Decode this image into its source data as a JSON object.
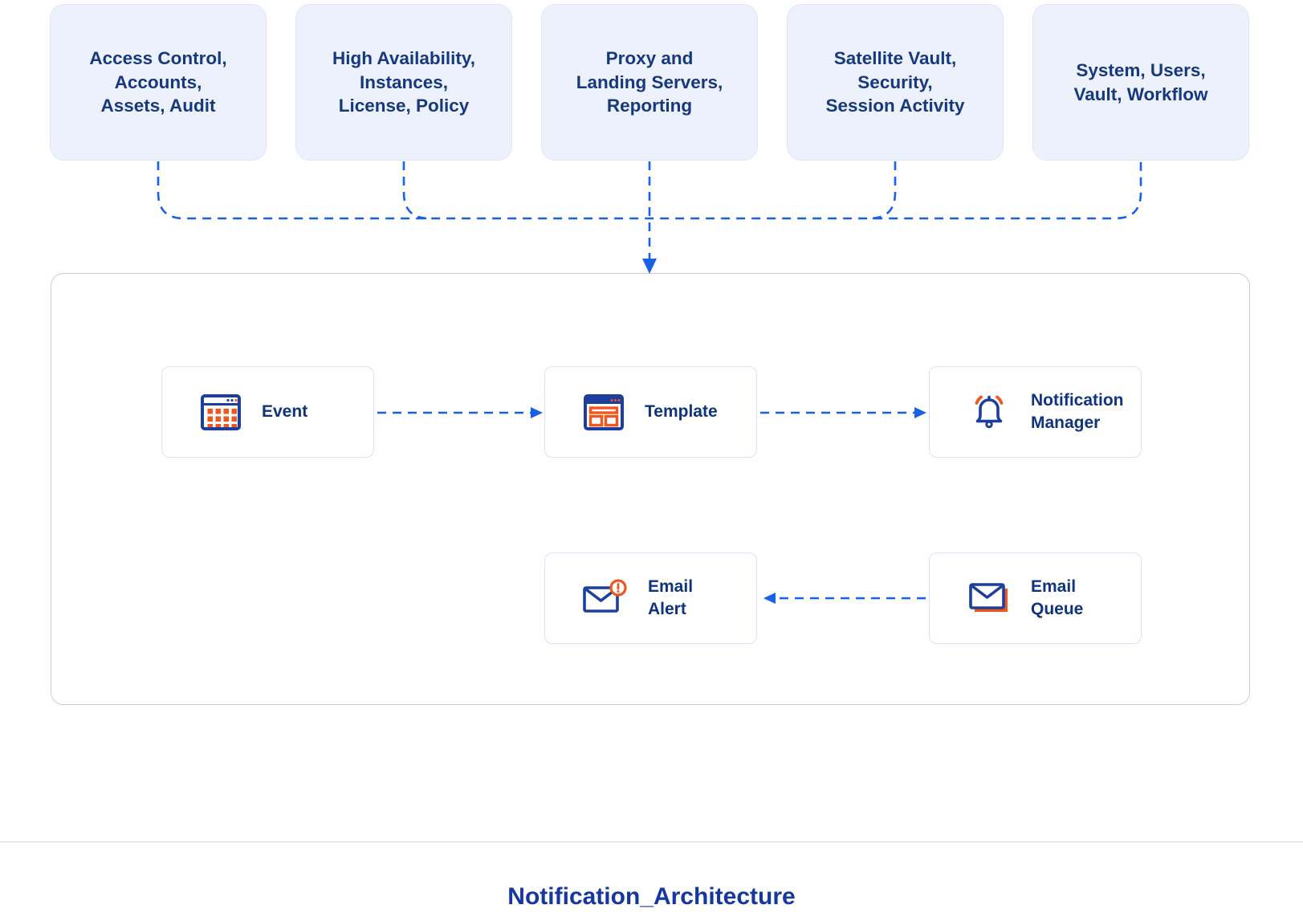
{
  "diagram_title": "Notification_Architecture",
  "colors": {
    "connector_blue": "#1761E6",
    "icon_navy": "#1C3F9E",
    "accent_orange": "#F2561D",
    "top_box_fill": "#ECF1FB",
    "top_box_text": "#16387C",
    "node_text": "#10337F",
    "title_blue": "#15379E",
    "container_border": "#C9CDD4"
  },
  "top_boxes": [
    {
      "label": "Access Control,\nAccounts,\nAssets, Audit"
    },
    {
      "label": "High Availability,\nInstances,\nLicense, Policy"
    },
    {
      "label": "Proxy and\nLanding Servers,\nReporting"
    },
    {
      "label": "Satellite Vault,\nSecurity,\nSession Activity"
    },
    {
      "label": "System, Users,\nVault, Workflow"
    }
  ],
  "flow_nodes": [
    {
      "id": "event",
      "label": "Event",
      "icon": "calendar-grid-icon"
    },
    {
      "id": "template",
      "label": "Template",
      "icon": "browser-window-icon"
    },
    {
      "id": "notification-manager",
      "label": "Notification\nManager",
      "icon": "bell-icon"
    },
    {
      "id": "email-alert",
      "label": "Email\nAlert",
      "icon": "envelope-alert-icon"
    },
    {
      "id": "email-queue",
      "label": "Email\nQueue",
      "icon": "envelope-stack-icon"
    }
  ],
  "edges": [
    {
      "from": "top-boxes",
      "to": "flow-container",
      "style": "dashed-arrow"
    },
    {
      "from": "event",
      "to": "template",
      "style": "dashed-arrow"
    },
    {
      "from": "template",
      "to": "notification-manager",
      "style": "dashed-arrow"
    },
    {
      "from": "email-queue",
      "to": "email-alert",
      "style": "dashed-arrow"
    }
  ]
}
